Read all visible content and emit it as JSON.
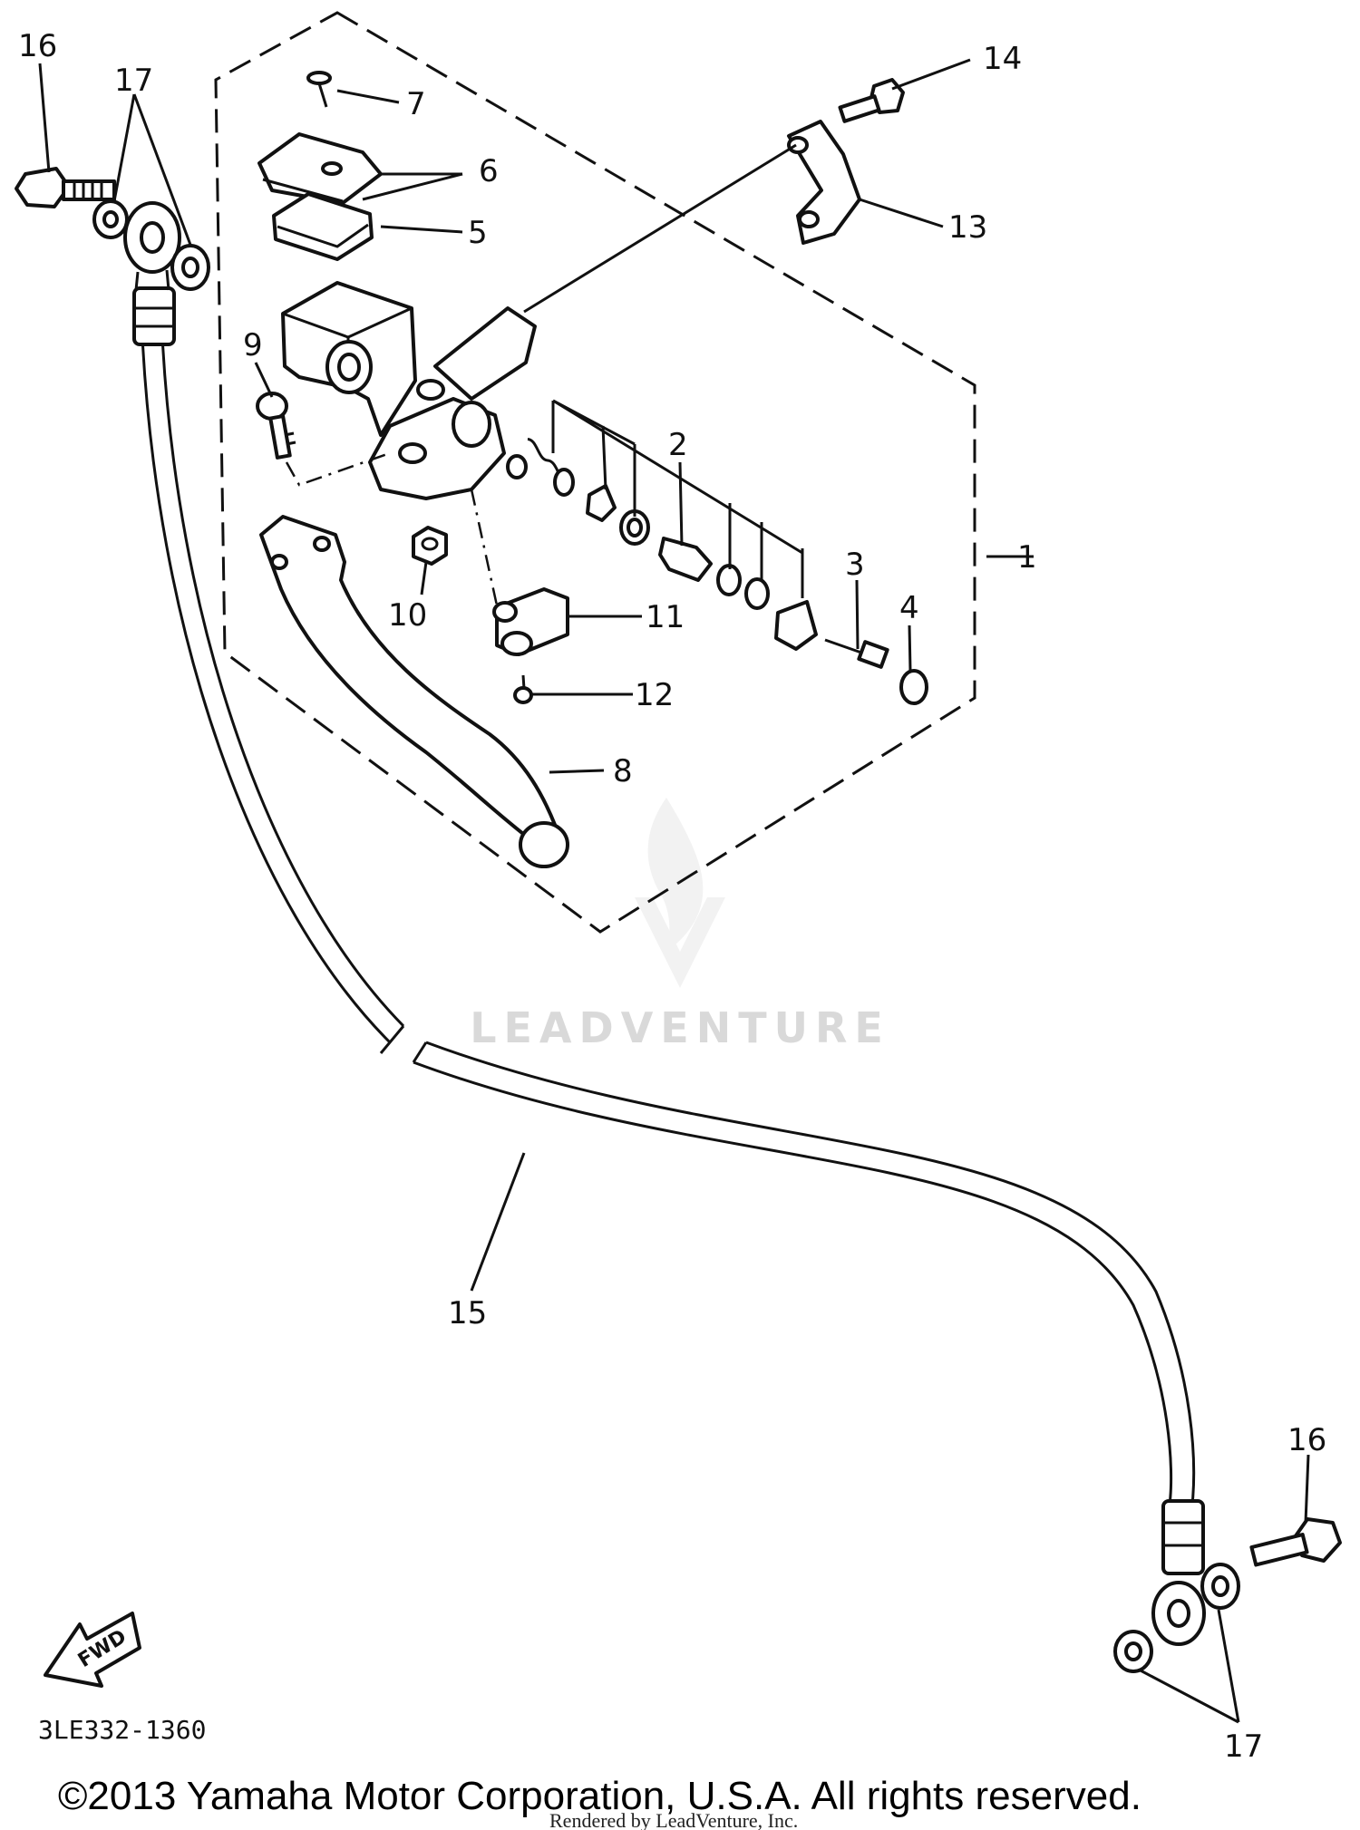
{
  "diagram": {
    "callouts": [
      "1",
      "2",
      "3",
      "4",
      "5",
      "6",
      "7",
      "8",
      "9",
      "10",
      "11",
      "12",
      "13",
      "14",
      "15",
      "16",
      "17"
    ],
    "fwd_label": "FWD",
    "diagram_code": "3LE332-1360",
    "watermark": "LEADVENTURE",
    "copyright": "©2013 Yamaha Motor Corporation, U.S.A. All rights reserved.",
    "rendered_by": "Rendered by LeadVenture, Inc."
  }
}
